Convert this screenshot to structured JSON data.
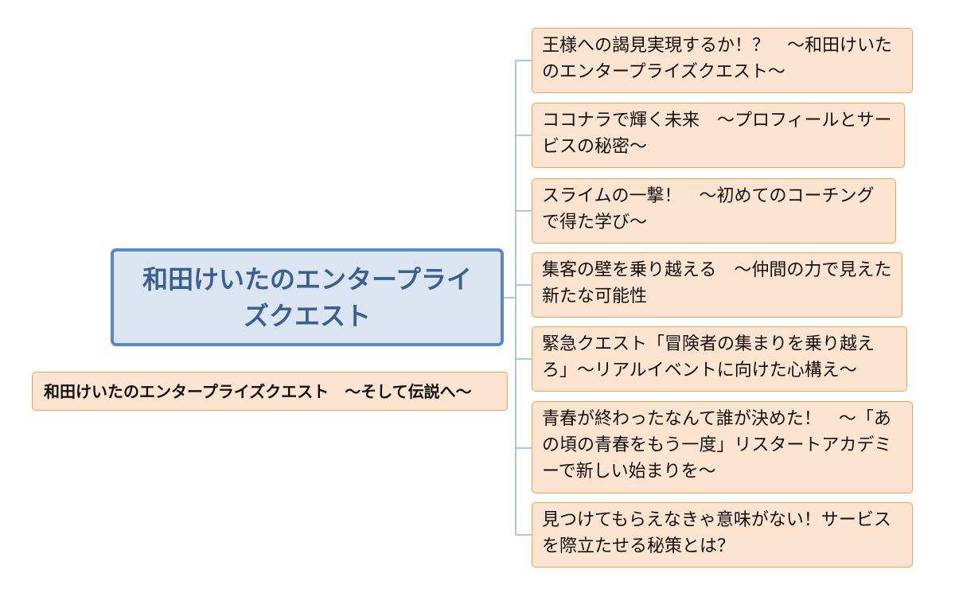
{
  "central_topic": "和田けいたのエンタープライズクエスト",
  "left_topic": "和田けいたのエンタープライズクエスト　～そして伝説へ～",
  "subtopics": [
    "王様への謁見実現するか！？　～和田けいたのエンタープライズクエスト～",
    "ココナラで輝く未来　～プロフィールとサービスの秘密～",
    "スライムの一撃！　～初めてのコーチングで得た学び～",
    "集客の壁を乗り越える　～仲間の力で見えた新たな可能性",
    "緊急クエスト「冒険者の集まりを乗り越えろ」～リアルイベントに向けた心構え～",
    "青春が終わったなんて誰が決めた！　～「あの頃の青春をもう一度」リスタートアカデミーで新しい始まりを～",
    "見つけてもらえなきゃ意味がない！サービスを際立たせる秘策とは？"
  ],
  "colors": {
    "central_fill": "#dbe5f1",
    "central_border": "#5a88c6",
    "central_text": "#3b5f8f",
    "node_fill": "#fce4d0",
    "node_border": "#f0a056",
    "connector": "#8db3e2"
  }
}
